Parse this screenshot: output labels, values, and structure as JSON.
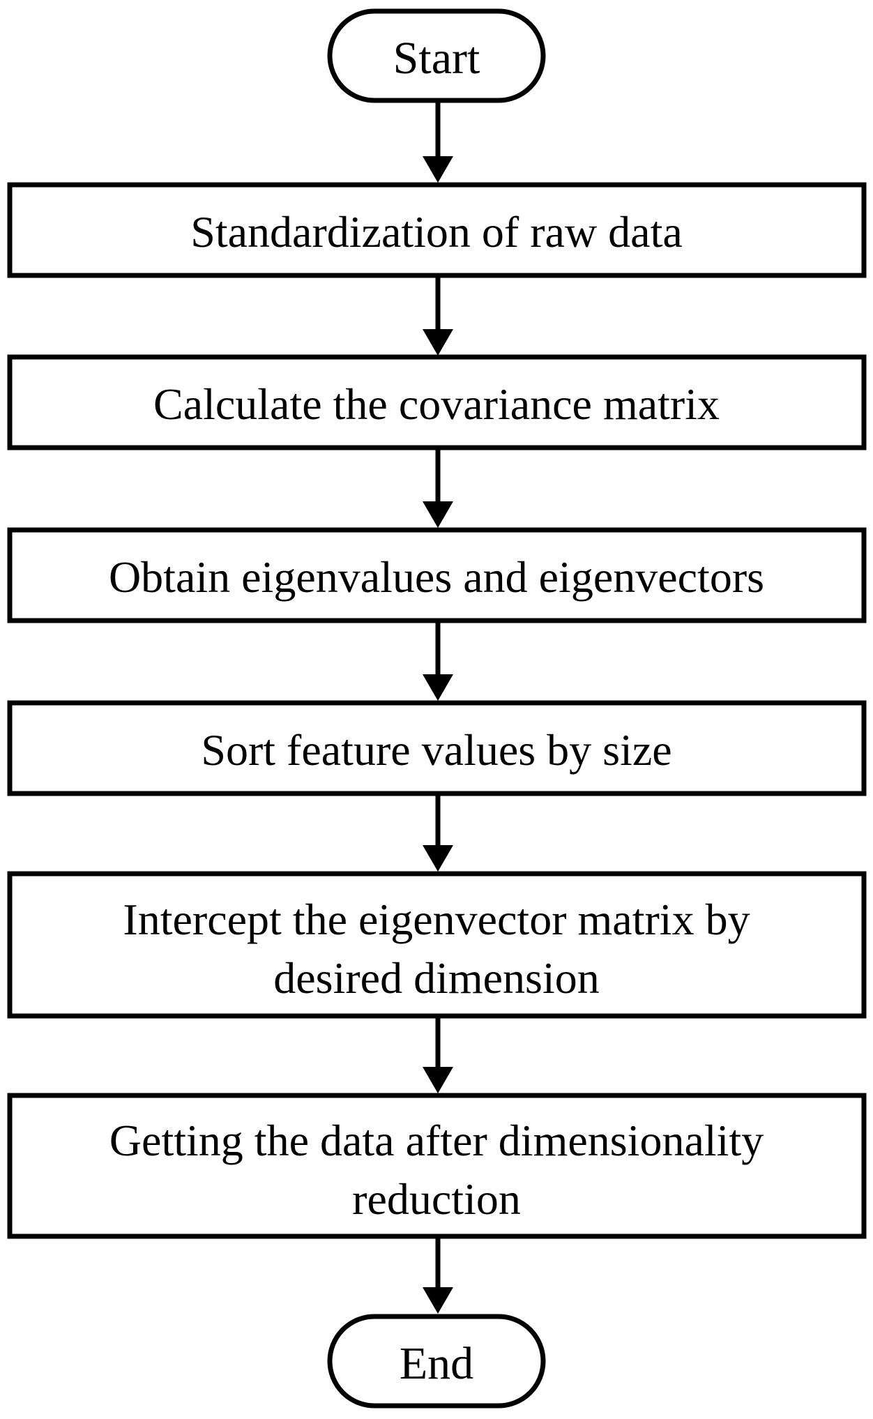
{
  "diagram": {
    "start": {
      "label": "Start"
    },
    "steps": [
      {
        "lines": [
          "Standardization of raw data"
        ]
      },
      {
        "lines": [
          "Calculate the covariance matrix"
        ]
      },
      {
        "lines": [
          "Obtain eigenvalues and eigenvectors"
        ]
      },
      {
        "lines": [
          "Sort feature values by size"
        ]
      },
      {
        "lines": [
          "Intercept the eigenvector matrix by",
          "desired dimension"
        ]
      },
      {
        "lines": [
          "Getting the data after dimensionality",
          "reduction"
        ]
      }
    ],
    "end": {
      "label": "End"
    }
  },
  "colors": {
    "stroke": "#000000",
    "background": "#ffffff",
    "text": "#000000"
  }
}
